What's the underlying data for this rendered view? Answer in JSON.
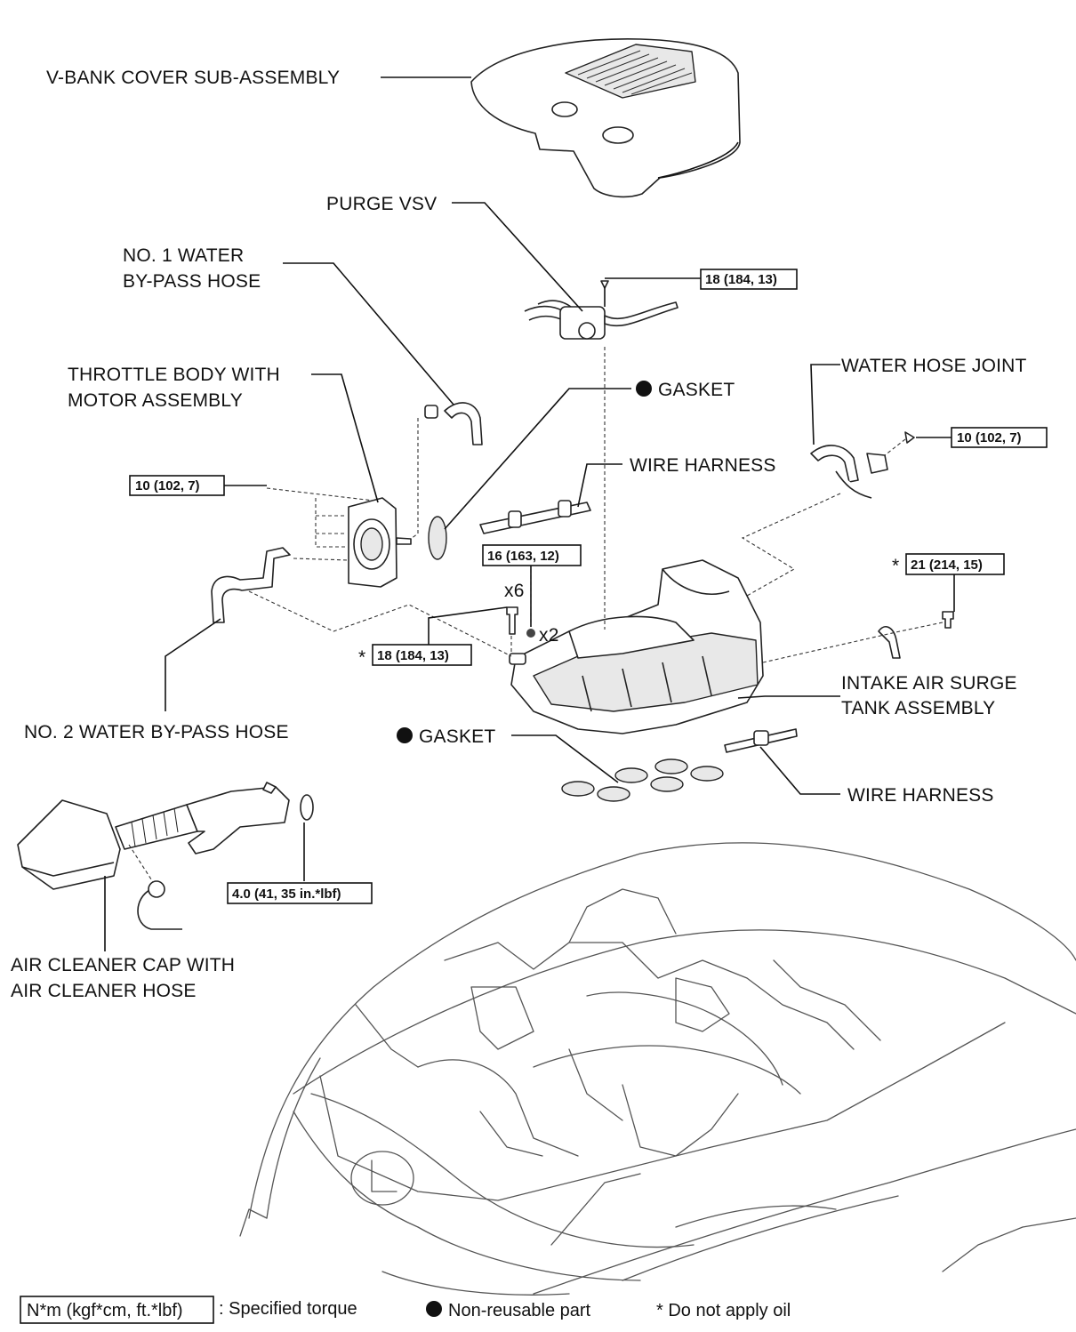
{
  "labels": {
    "vbank_cover": "V-BANK COVER SUB-ASSEMBLY",
    "purge_vsv": "PURGE VSV",
    "water_hose_1_line1": "NO. 1 WATER",
    "water_hose_1_line2": "BY-PASS HOSE",
    "throttle_line1": "THROTTLE BODY WITH",
    "throttle_line2": "MOTOR ASSEMBLY",
    "gasket_top": "GASKET",
    "water_hose_joint": "WATER HOSE JOINT",
    "wire_harness_top": "WIRE HARNESS",
    "water_hose_2": "NO. 2 WATER BY-PASS HOSE",
    "surge_tank_line1": "INTAKE AIR SURGE",
    "surge_tank_line2": "TANK ASSEMBLY",
    "gasket_bottom": "GASKET",
    "wire_harness_bottom": "WIRE HARNESS",
    "air_cleaner_line1": "AIR CLEANER CAP WITH",
    "air_cleaner_line2": "AIR CLEANER HOSE",
    "qty_x6": "x6",
    "qty_x2": "x2"
  },
  "torques": {
    "purge_vsv_bolt": "18 (184, 13)",
    "water_hose_joint_bolt": "10 (102, 7)",
    "throttle_bolt": "10 (102, 7)",
    "surge_tank_nut": "16 (163, 12)",
    "harness_bracket_bolt": "21 (214, 15)",
    "surge_tank_bolt": "18 (184, 13)",
    "air_cleaner_clamp": "4.0 (41, 35 in.*lbf)"
  },
  "asterisk": "*",
  "legend": {
    "torque_unit": "N*m (kgf*cm, ft.*lbf)",
    "torque_desc": ": Specified torque",
    "non_reusable": "Non-reusable part",
    "no_oil": "* Do not apply oil"
  }
}
